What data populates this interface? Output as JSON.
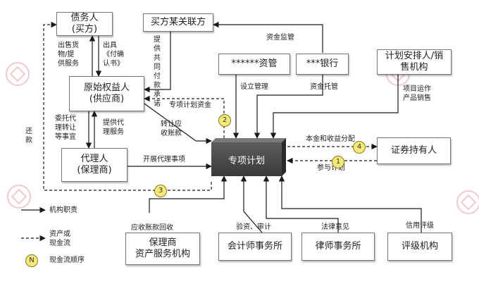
{
  "boxes": {
    "debtor": "债务人\n(买方)",
    "buyer_related": "买方某关联方",
    "original_owner": "原始权益人\n(供应商)",
    "agent": "代理人\n(保理商)",
    "asset_manager": "******资管",
    "bank": "***银行",
    "plan_arranger": "计划安排人/销\n售机构",
    "special_plan": "专项计划",
    "security_holder": "证券持有人",
    "servicer": "保理商\n资产服务机构",
    "accountant": "会计师事务所",
    "law_firm": "律师事务所",
    "rating": "评级机构"
  },
  "labels": {
    "sell_goods": "出售货\n物/提\n供服务",
    "issue_confirm": "出具\n《付确\n认书》",
    "provide_payment": "提\n供\n共\n同\n付\n款\n承\n诺",
    "fund_supervision": "资金监管",
    "setup_manage": "设立管理",
    "fund_custody": "资金托管",
    "project_ops": "项目运作\n产品销售",
    "special_plan_funds": "专项计划资金",
    "transfer_receivables": "转让应\n收账款",
    "entrust_agent": "委托代\n理转让\n等事宜",
    "provide_agent": "提供代\n理服务",
    "carry_out_agent": "开展代理事项",
    "principal_return": "本金和收益分配",
    "participate": "参与计划",
    "repayment": "还\n款",
    "collect_receivables": "应收账款回收",
    "audit": "验资、审计",
    "legal_opinion": "法律意见",
    "credit_rating": "信用评级"
  },
  "steps": [
    "1",
    "2",
    "3",
    "4",
    "N"
  ],
  "legend": {
    "function": "机构职责",
    "flow": "资产或\n现金流",
    "order": "现金流顺序"
  }
}
